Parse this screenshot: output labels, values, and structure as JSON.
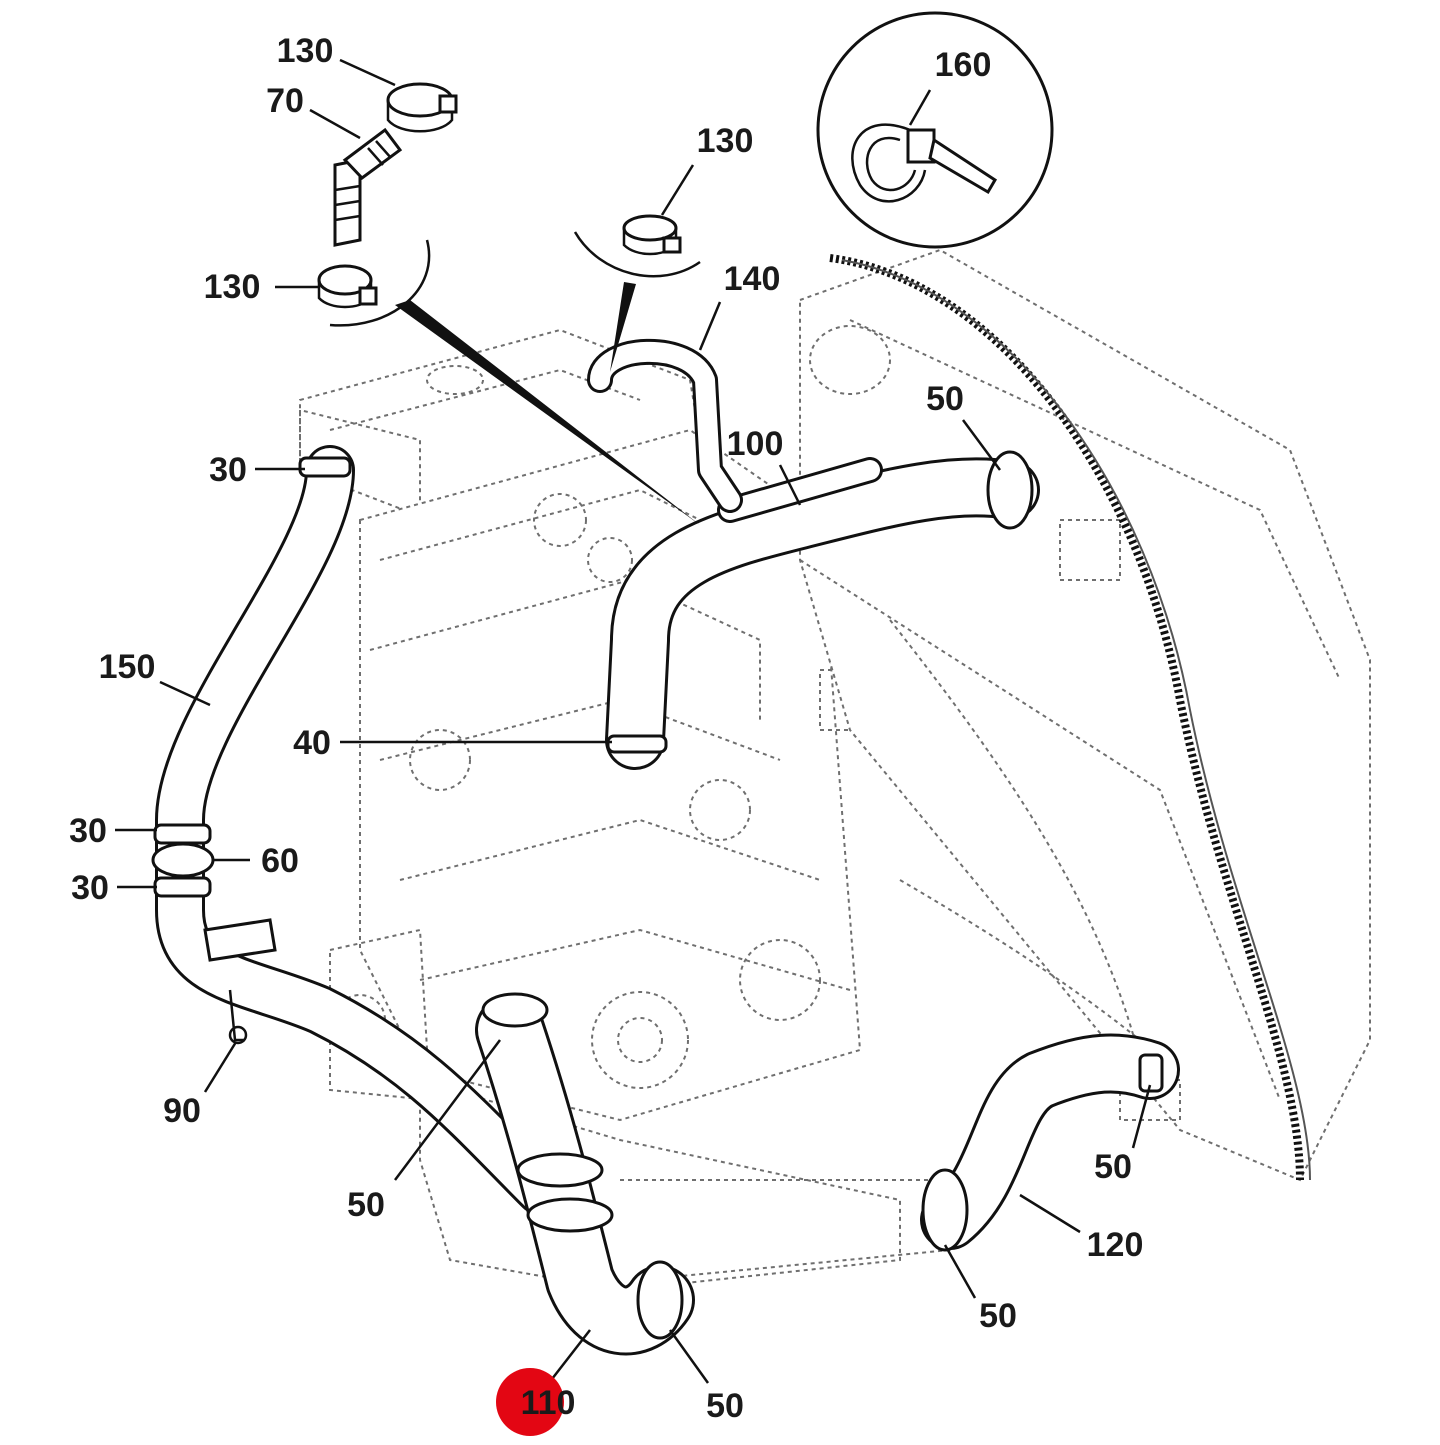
{
  "callouts": [
    {
      "id": "c130a",
      "label": "130"
    },
    {
      "id": "c70",
      "label": "70"
    },
    {
      "id": "c130b",
      "label": "130"
    },
    {
      "id": "c130c",
      "label": "130"
    },
    {
      "id": "c160",
      "label": "160"
    },
    {
      "id": "c140",
      "label": "140"
    },
    {
      "id": "c50a",
      "label": "50"
    },
    {
      "id": "c100",
      "label": "100"
    },
    {
      "id": "c30a",
      "label": "30"
    },
    {
      "id": "c150",
      "label": "150"
    },
    {
      "id": "c40",
      "label": "40"
    },
    {
      "id": "c30b",
      "label": "30"
    },
    {
      "id": "c60",
      "label": "60"
    },
    {
      "id": "c30c",
      "label": "30"
    },
    {
      "id": "c90",
      "label": "90"
    },
    {
      "id": "c50b",
      "label": "50"
    },
    {
      "id": "c50c",
      "label": "50"
    },
    {
      "id": "c120",
      "label": "120"
    },
    {
      "id": "c50d",
      "label": "50"
    },
    {
      "id": "c110",
      "label": "110"
    },
    {
      "id": "c50e",
      "label": "50"
    }
  ],
  "colors": {
    "highlight": "#e30613",
    "line": "#111111",
    "ghost": "#6f6f6f",
    "background": "#ffffff"
  },
  "highlighted_callout": "110",
  "icons": [
    "hose-clamp-icon",
    "cable-tie-icon",
    "elbow-fitting-icon"
  ]
}
